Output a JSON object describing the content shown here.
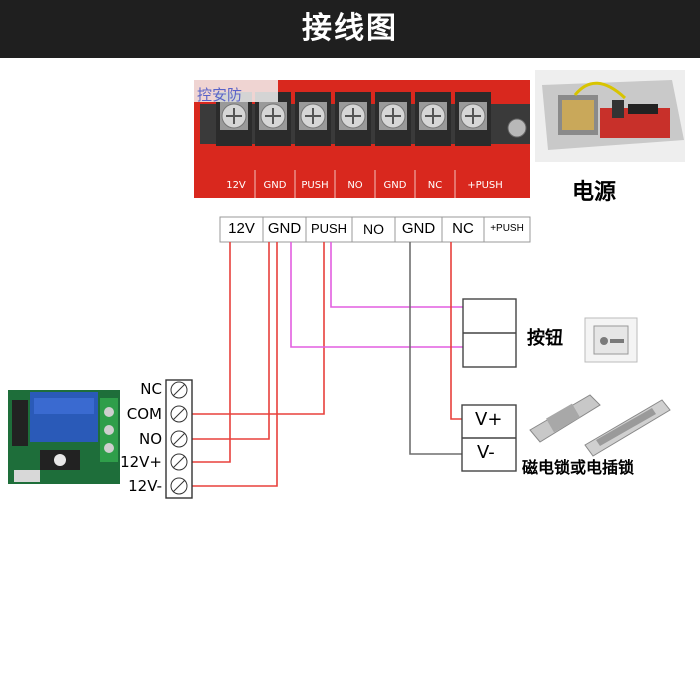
{
  "header": {
    "title": "接线图"
  },
  "supply": {
    "watermark": "控安防",
    "caption": "电源",
    "screw_labels": [
      "12V",
      "GND",
      "PUSH",
      "NO",
      "GND",
      "NC",
      "+PUSH"
    ]
  },
  "strip": {
    "labels": [
      "12V",
      "GND",
      "PUSH",
      "NO",
      "GND",
      "NC",
      "+PUSH"
    ]
  },
  "button": {
    "caption": "按钮"
  },
  "lock": {
    "terminals": [
      "V+",
      "V-"
    ],
    "caption": "磁电锁或电插锁"
  },
  "module": {
    "terminals": [
      "NC",
      "COM",
      "NO",
      "12V+",
      "12V-"
    ]
  },
  "colors": {
    "wire_red": "#e8403c",
    "wire_pink": "#e25ee0",
    "wire_gray": "#6f6f6f",
    "board_red": "#d9281e",
    "module_green": "#2f9e4a",
    "relay_blue": "#2a5ab8"
  }
}
